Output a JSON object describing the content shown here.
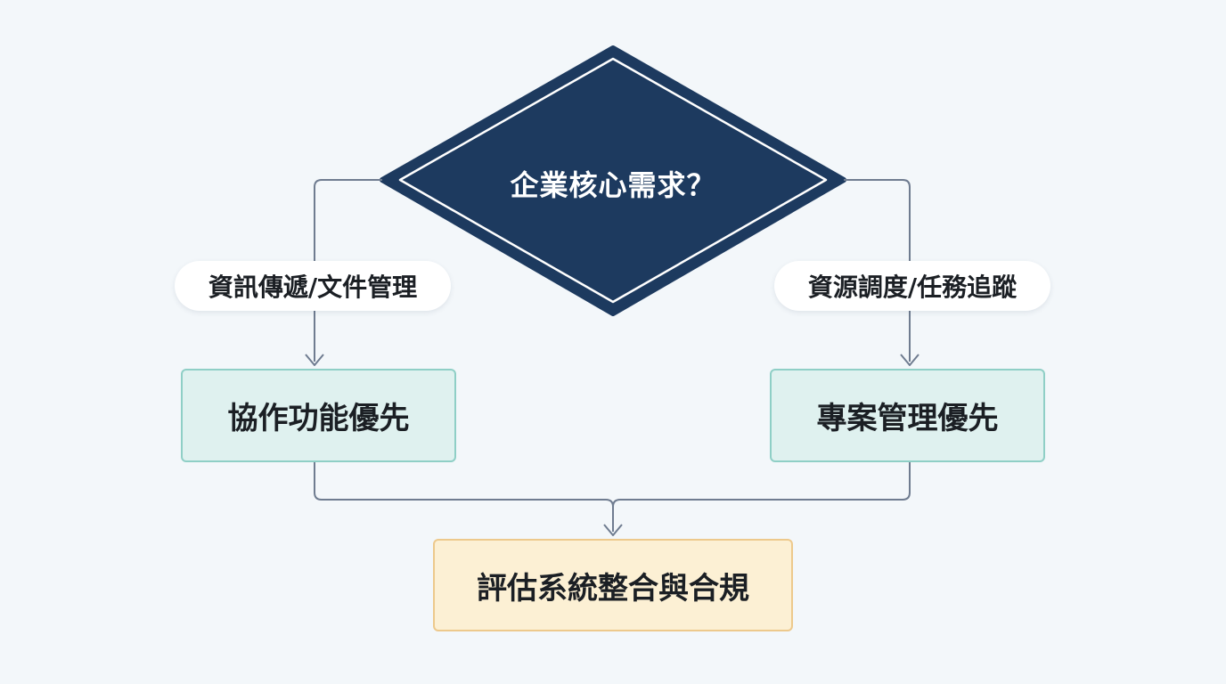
{
  "decision": {
    "label": "企業核心需求？",
    "fill_color": "#1d3a5f",
    "outline_color": "#ffffff"
  },
  "branches": {
    "left": {
      "condition_label": "資訊傳遞/文件管理",
      "result_label": "協作功能優先"
    },
    "right": {
      "condition_label": "資源調度/任務追蹤",
      "result_label": "專案管理優先"
    }
  },
  "final": {
    "label": "評估系統整合與合規"
  },
  "colors": {
    "background": "#f3f7fa",
    "connector": "#6f7c90",
    "result_fill": "#dff1ef",
    "result_border": "#8fcfc6",
    "final_fill": "#fcf0d4",
    "final_border": "#edc98c"
  }
}
